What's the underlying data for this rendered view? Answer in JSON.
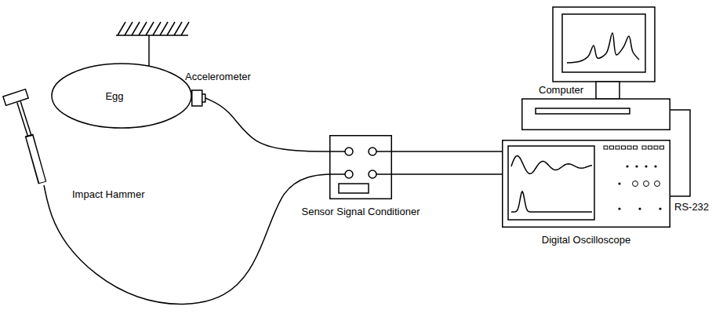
{
  "diagram": {
    "nodes": [
      {
        "text": [
          "Egg"
        ]
      },
      {
        "text": [
          "Accelerometer"
        ]
      },
      {
        "text": [
          "Computer"
        ]
      },
      {
        "text": [
          "Impact Hammer"
        ]
      },
      {
        "text": [
          "Sensor Signal Conditioner"
        ]
      },
      {
        "text": [
          "Digital Oscilloscope"
        ]
      }
    ],
    "edges": [
      {
        "from": 1,
        "to": 4,
        "arrow": "none"
      },
      {
        "from": 3,
        "to": 4,
        "arrow": "none"
      },
      {
        "from": 4,
        "to": 5,
        "arrow": "none"
      },
      {
        "from": 4,
        "to": 5,
        "arrow": "none"
      },
      {
        "from": 5,
        "to": 2,
        "arrow": "none",
        "label": "RS-232"
      }
    ]
  }
}
